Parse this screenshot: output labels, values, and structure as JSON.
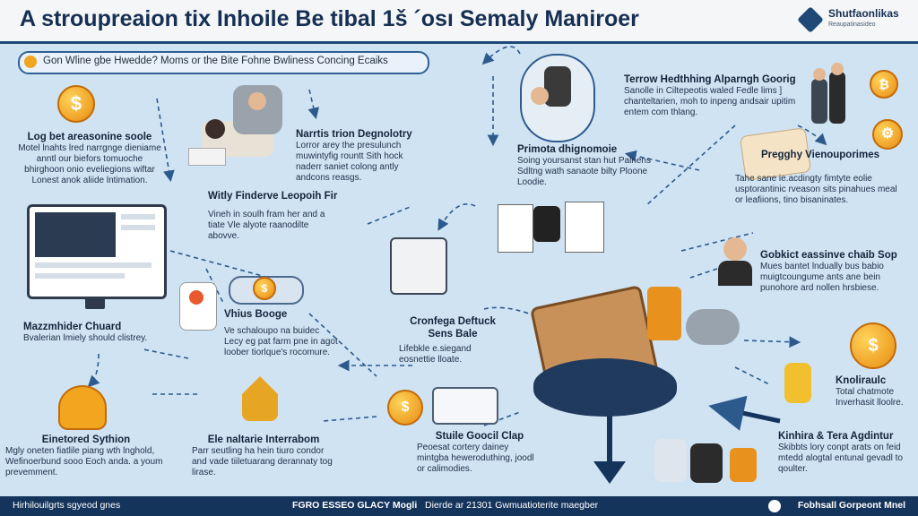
{
  "header": {
    "title": "A stroupreaion tix Inhoile Be tibal 1š ´osı Semaly Maniroer",
    "logo_name": "Shutfaonlikas",
    "logo_sub": "Reaupatinasideo"
  },
  "intro": {
    "text": "Gon Wline gbe Hwedde? Moms or the Bite Fohne Bwliness Concing Ecaiks"
  },
  "sections": {
    "s1": {
      "heading": "Log bet areasonine soole",
      "body": "Motel lnahts lred narrgnge dieniame anntl our biefors tomuoche bhirghoon onio eveliegions wiftar Lonest anok aliide lntimation."
    },
    "s2": {
      "heading": "Narrtis trion Degnolotry",
      "body": "Lorror arey the presulunch muwintyfig rountt Sith hock naderr saniet colong antly andcons reasgs."
    },
    "s3": {
      "heading": "Terrow Hedthhing Alparngh Goorig",
      "body": "Sanolle in Ciltepeotis waled Fedle lims ] chanteltarien, moh to inpeng andsair upitim entem com thlang."
    },
    "s4": {
      "heading": "Primota dhignomoie",
      "body": "Soing yoursanst stan hut Palnens Sdltng wath sanaote bilty Ploone Loodie."
    },
    "s5": {
      "heading": "Pregghy Vienouporimes",
      "body": "Tahe sane ie.acdingty fimtyte eolie usptorantinic rveason sits pinahues meal or leafiions, tino bisaninates."
    },
    "s6": {
      "heading": "Witly Finderve Leopoih Fir",
      "body": "Vineh in soulh fram her and a tiate Vle alyote raanodilte abovve."
    },
    "s7": {
      "heading": "Mazzmhider Chuard",
      "body": "Bvalerian lmiely should clistrey."
    },
    "s8": {
      "heading": "Vhius Booge",
      "body": "Ve schaloupo na buidec Lecy eg pat farm pne in agot loober tiorlque's rocomure."
    },
    "s9": {
      "heading": "Cronfega Deftuck Sens Bale",
      "body": "Lifebkle e.siegand eosnettie lloate."
    },
    "s10": {
      "heading": "Gobkict eassinve chaib Sop",
      "body": "Mues bantet lndually bus babio muigtcoungume ants ane bein punohore ard nollen hrsbiese."
    },
    "s11": {
      "heading": "Knoliraulc",
      "body": "Total chatmote Inverhasit lloolre."
    },
    "s12": {
      "heading": "Einetored Sythion",
      "body": "Mgly oneten fiatlile piang wth lnghold, Wefinoerbund sooo Eoch anda. a youm prevemment."
    },
    "s13": {
      "heading": "Ele naltarie Interrabom",
      "body": "Parr seutling ha hein tiuro condor and vade tiiletuarang derannaty tog lirase."
    },
    "s14": {
      "heading": "Stuile Goocil Clap",
      "body": "Peoesat cortery dainey mintgba heweroduthing, joodl or calimodies."
    },
    "s15": {
      "heading": "Kinhira & Tera Agdintur",
      "body": "Skibbts lory conpt arats on feid mtedd alogtal entunal gevadl to qoulter."
    }
  },
  "footer": {
    "left": "Hirhilouilgrts sgyeod gnes",
    "middle_bold": "FGRO ESSEO GLACY Mogli",
    "middle_rest": "Dierde ar 21301 Gwmuatioterite maegber",
    "right": "Fobhsall Gorpeont Mnel"
  },
  "icons": [
    "coin-icon",
    "gear-icon",
    "document-icon",
    "heart-coin-icon",
    "house-icon",
    "truck-icon",
    "laptop-icon",
    "shield-icon"
  ],
  "colors": {
    "background": "#cfe3f3",
    "header_border": "#1f4a78",
    "footer": "#15345c",
    "accent_gold": "#f2a51f"
  }
}
